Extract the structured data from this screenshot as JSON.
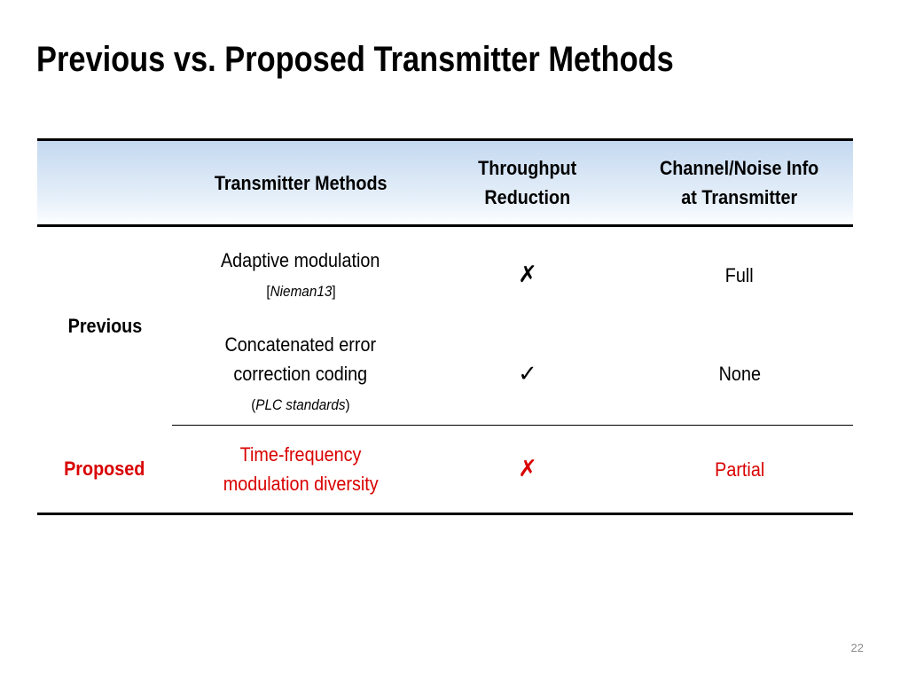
{
  "slide": {
    "title": "Previous vs. Proposed Transmitter Methods",
    "page_number": "22",
    "highlight_color": "#d90000",
    "header_gradient_color": "#c3d8ef"
  },
  "table": {
    "header": {
      "col1": "",
      "col2": "Transmitter Methods",
      "col3_line1": "Throughput",
      "col3_line2": "Reduction",
      "col4_line1": "Channel/Noise Info",
      "col4_line2": "at Transmitter"
    },
    "groups": {
      "previous": {
        "label": "Previous",
        "rows": [
          {
            "method_line1": "Adaptive modulation",
            "ref_open": "[",
            "ref": "Nieman13",
            "ref_close": "]",
            "throughput_mark": "✗",
            "throughput_icon": "cross-mark-icon",
            "info": "Full"
          },
          {
            "method_line1": "Concatenated error",
            "method_line2": "correction coding",
            "ref_open": "(",
            "ref": "PLC standards",
            "ref_close": ")",
            "throughput_mark": "✓",
            "throughput_icon": "check-mark-icon",
            "info": "None"
          }
        ]
      },
      "proposed": {
        "label": "Proposed",
        "rows": [
          {
            "method_line1": "Time-frequency",
            "method_line2": "modulation diversity",
            "throughput_mark": "✗",
            "throughput_icon": "cross-mark-icon",
            "info": "Partial"
          }
        ]
      }
    }
  }
}
